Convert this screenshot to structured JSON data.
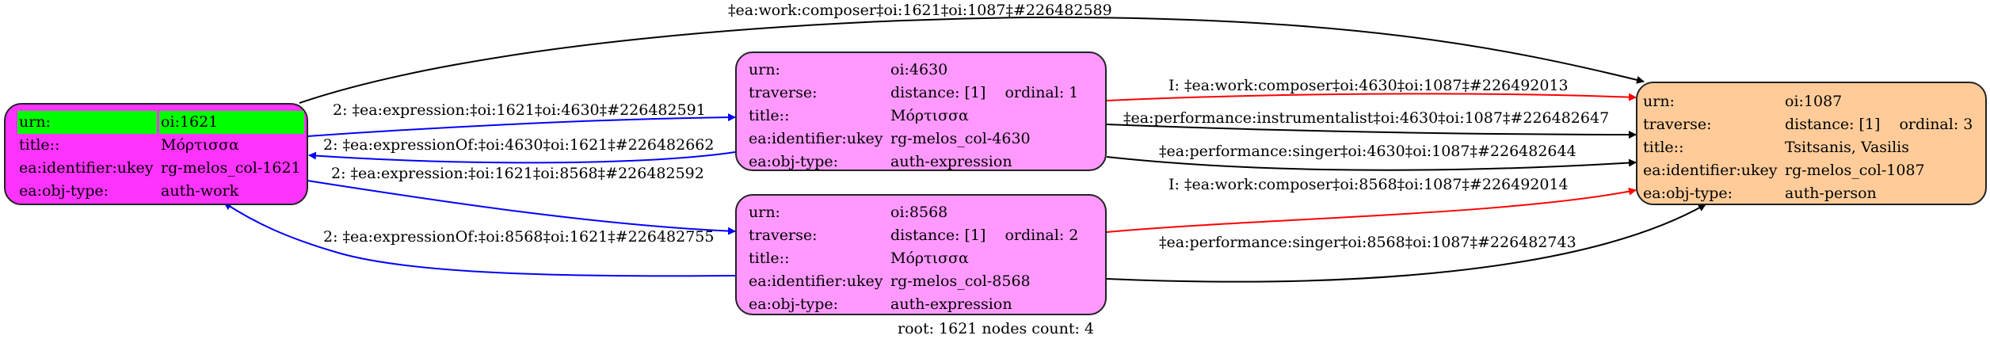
{
  "colors": {
    "root_fill": "#ff33ff",
    "root_urn_highlight": "#00ff00",
    "expression_fill": "#ff99ff",
    "person_fill": "#ffcc99",
    "edge_expression": "#0000ff",
    "edge_inferred": "#ff0000",
    "edge_default": "#000000"
  },
  "nodes": {
    "n1621": {
      "rows": [
        {
          "key": "urn:",
          "value": "oi:1621"
        },
        {
          "key": "title::",
          "value": "Μόρτισσα"
        },
        {
          "key": "ea:identifier:ukey",
          "value": "rg-melos_col-1621"
        },
        {
          "key": "ea:obj-type:",
          "value": "auth-work"
        }
      ]
    },
    "n4630": {
      "rows": [
        {
          "key": "urn:",
          "value": "oi:4630"
        },
        {
          "key": "traverse:",
          "value": "distance: [1]",
          "extra": "ordinal: 1"
        },
        {
          "key": "title::",
          "value": "Μόρτισσα"
        },
        {
          "key": "ea:identifier:ukey",
          "value": "rg-melos_col-4630"
        },
        {
          "key": "ea:obj-type:",
          "value": "auth-expression"
        }
      ]
    },
    "n8568": {
      "rows": [
        {
          "key": "urn:",
          "value": "oi:8568"
        },
        {
          "key": "traverse:",
          "value": "distance: [1]",
          "extra": "ordinal: 2"
        },
        {
          "key": "title::",
          "value": "Μόρτισσα"
        },
        {
          "key": "ea:identifier:ukey",
          "value": "rg-melos_col-8568"
        },
        {
          "key": "ea:obj-type:",
          "value": "auth-expression"
        }
      ]
    },
    "n1087": {
      "rows": [
        {
          "key": "urn:",
          "value": "oi:1087"
        },
        {
          "key": "traverse:",
          "value": "distance: [1]",
          "extra": "ordinal: 3"
        },
        {
          "key": "title::",
          "value": "Tsitsanis, Vasilis"
        },
        {
          "key": "ea:identifier:ukey",
          "value": "rg-melos_col-1087"
        },
        {
          "key": "ea:obj-type:",
          "value": "auth-person"
        }
      ]
    }
  },
  "edges": [
    {
      "id": "e1",
      "from": "oi:1621",
      "to": "oi:1087",
      "kind": "default",
      "label": "‡ea:work:composer‡oi:1621‡oi:1087‡#226482589"
    },
    {
      "id": "e2",
      "from": "oi:1621",
      "to": "oi:4630",
      "kind": "expression",
      "label": "2: ‡ea:expression:‡oi:1621‡oi:4630‡#226482591"
    },
    {
      "id": "e3",
      "from": "oi:4630",
      "to": "oi:1621",
      "kind": "expression",
      "label": "2: ‡ea:expressionOf:‡oi:4630‡oi:1621‡#226482662"
    },
    {
      "id": "e4",
      "from": "oi:1621",
      "to": "oi:8568",
      "kind": "expression",
      "label": "2: ‡ea:expression:‡oi:1621‡oi:8568‡#226482592"
    },
    {
      "id": "e5",
      "from": "oi:8568",
      "to": "oi:1621",
      "kind": "expression",
      "label": "2: ‡ea:expressionOf:‡oi:8568‡oi:1621‡#226482755"
    },
    {
      "id": "e6",
      "from": "oi:4630",
      "to": "oi:1087",
      "kind": "inferred",
      "label": "I: ‡ea:work:composer‡oi:4630‡oi:1087‡#226492013"
    },
    {
      "id": "e7",
      "from": "oi:4630",
      "to": "oi:1087",
      "kind": "default",
      "label": "‡ea:performance:instrumentalist‡oi:4630‡oi:1087‡#226482647"
    },
    {
      "id": "e8",
      "from": "oi:4630",
      "to": "oi:1087",
      "kind": "default",
      "label": "‡ea:performance:singer‡oi:4630‡oi:1087‡#226482644"
    },
    {
      "id": "e9",
      "from": "oi:8568",
      "to": "oi:1087",
      "kind": "inferred",
      "label": "I: ‡ea:work:composer‡oi:8568‡oi:1087‡#226492014"
    },
    {
      "id": "e10",
      "from": "oi:8568",
      "to": "oi:1087",
      "kind": "default",
      "label": "‡ea:performance:singer‡oi:8568‡oi:1087‡#226482743"
    }
  ],
  "footer": "root: 1621 nodes count: 4"
}
